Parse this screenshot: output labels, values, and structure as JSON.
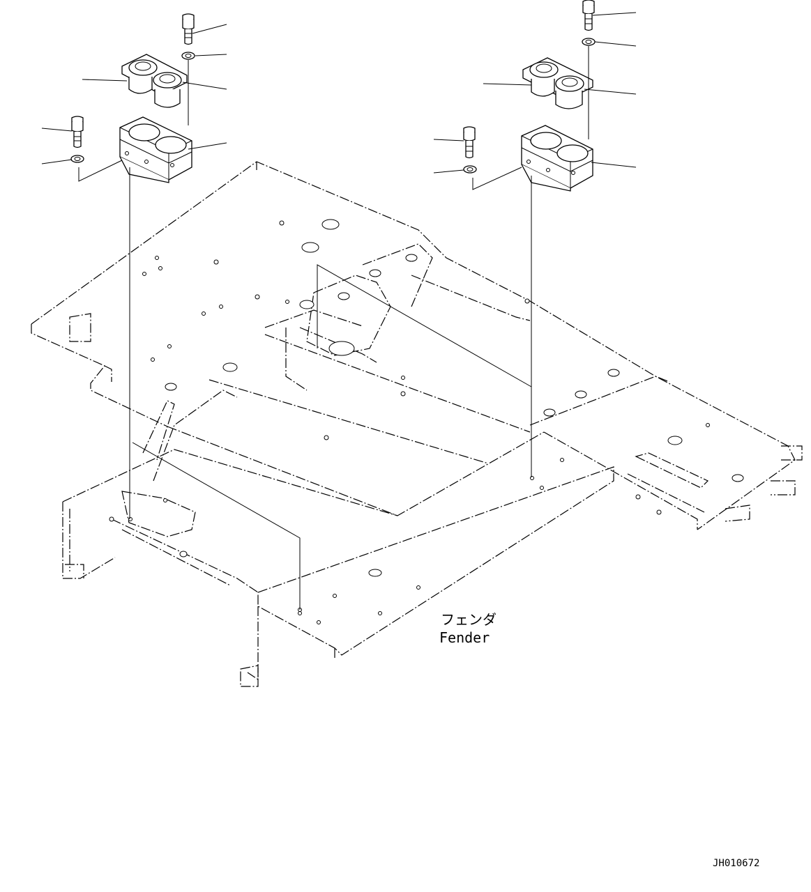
{
  "labels": {
    "fender_jp": "フェンダ",
    "fender_en": "Fender",
    "drawing_code": "JH010672"
  },
  "colors": {
    "line": "#000000",
    "background": "#ffffff"
  },
  "icons": {
    "bolt": "bolt-icon",
    "washer": "washer-icon",
    "mount": "engine-mount-icon",
    "bracket": "mount-bracket-icon"
  }
}
